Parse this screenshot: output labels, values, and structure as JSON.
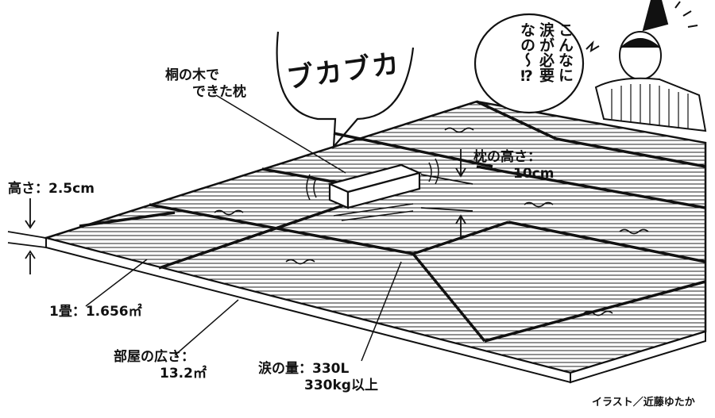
{
  "labels": {
    "pillow_line1": "桐の木で",
    "pillow_line2": "できた枕",
    "pillow_height_line1": "枕の高さ：",
    "pillow_height_line2": "10cm",
    "tatami_height": "高さ：2.5cm",
    "one_tatami": "1畳：1.656㎡",
    "room_line1": "部屋の広さ：",
    "room_line2": "13.2㎡",
    "tears_line1": "涙の量：330L",
    "tears_line2": "330kg以上"
  },
  "speech": {
    "col1": "こんなに",
    "col2": "涙が必要",
    "col3": "なの～⁉"
  },
  "sfx": {
    "text": "ブカブカ"
  },
  "credit": "イラスト／近藤ゆたか"
}
